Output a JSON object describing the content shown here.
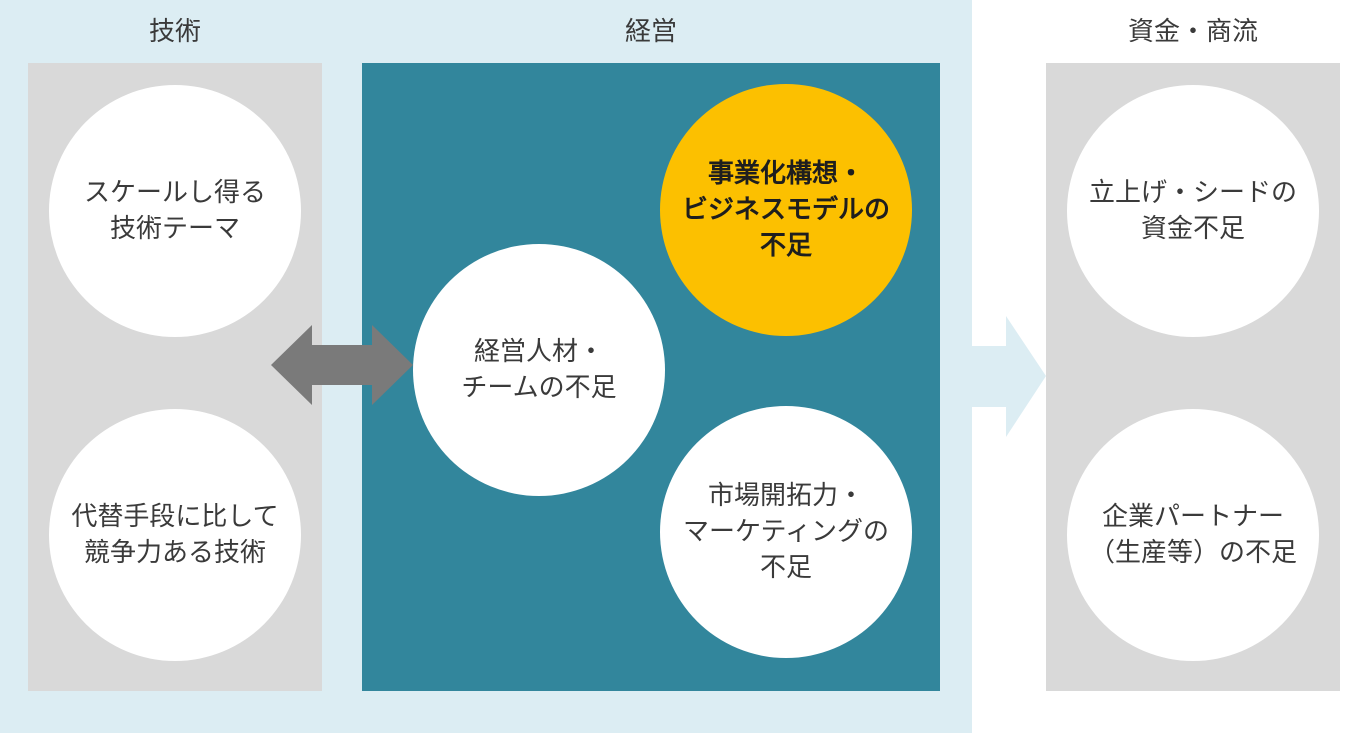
{
  "colors": {
    "background_left": "#dcedf3",
    "panel_gray": "#d9d9d9",
    "panel_teal": "#32869c",
    "circle": "#ffffff",
    "highlight": "#fcc000",
    "arrow_double": "#7a7a7a",
    "arrow_right": "#dcedf3"
  },
  "columns": {
    "tech": {
      "title": "技術",
      "items": [
        "スケールし得る\n技術テーマ",
        "代替手段に比して\n競争力ある技術"
      ]
    },
    "mgmt": {
      "title": "経営",
      "items": [
        "事業化構想・\nビジネスモデルの\n不足",
        "経営人材・\nチームの不足",
        "市場開拓力・\nマーケティングの\n不足"
      ]
    },
    "fund": {
      "title": "資金・商流",
      "items": [
        "立上げ・シードの\n資金不足",
        "企業パートナー\n（生産等）の不足"
      ]
    }
  },
  "icons": {
    "double_arrow": "double-headed-arrow",
    "right_arrow": "right-arrow"
  }
}
